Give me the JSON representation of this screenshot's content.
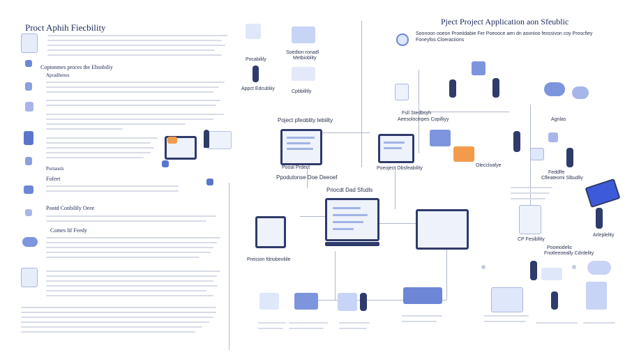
{
  "left_panel": {
    "title": "Proct Aphih Fiecbility",
    "section1": "Coptonmes proces the Ebsnbiliy",
    "section1_sub": "Apradhenes",
    "section2": "Portansls",
    "section3": "Fofeet",
    "section4": "Pootd Conbilily Oeee",
    "section5": "Comes lif Feedy"
  },
  "right_panel": {
    "title": "Pject Project Application aon Sfeublic",
    "subtitle": "Soonoon ooeon Proeiidabie Fer Poeooce aen dn aoonioo fexssivon coy Proscfiey Foneyfos Cloeraciions"
  },
  "labels": {
    "top_center_1": "Soedion ronadl",
    "top_center_2": "Metbioblity",
    "top_left_1": "Pocabilily",
    "top_left_2": "Appct Edcubliiy",
    "top_left_3": "Cpbbilitly",
    "mid_1": "Poject pfeoblity tebiilty",
    "mid_2": "Pooal Prdect",
    "mid_3": "Poeoject Obsfeability",
    "mid_4": "Ppodutonse Doe Deeoef",
    "mid_5": "Priocdt Dad Sfudls",
    "right_1": "Fsll Stedbsyh",
    "right_2": "Aeesolocinpes Copilliyy",
    "right_3": "Agnlas",
    "right_4": "Oleccloafye",
    "right_5": "Feddlfe",
    "right_6": "Cfleateomi Slbudliy",
    "right_7": "Arleplelity",
    "right_8": "CP Fesibllity",
    "right_9": "Pooeiodelic",
    "right_10": "Fnotleeoeally Cdrdelity",
    "bottom_1": "Preicion fdriobeoliile"
  },
  "colors": {
    "accent": "#3d5bd9",
    "navy": "#2f3b6b",
    "light_blue": "#dfe7fb"
  }
}
